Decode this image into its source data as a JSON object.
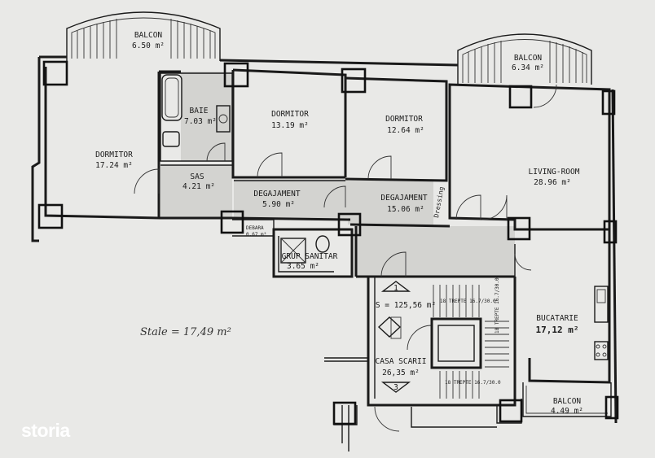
{
  "rooms": {
    "balcon_left": {
      "label": "BALCON",
      "area": "6.50 m²"
    },
    "balcon_right": {
      "label": "BALCON",
      "area": "6.34 m²"
    },
    "dormitor1": {
      "label": "DORMITOR",
      "area": "17.24 m²"
    },
    "baie": {
      "label": "BAIE",
      "area": "7.03 m²"
    },
    "dormitor2": {
      "label": "DORMITOR",
      "area": "13.19 m²"
    },
    "dormitor3": {
      "label": "DORMITOR",
      "area": "12.64 m²"
    },
    "living": {
      "label": "LIVING-ROOM",
      "area": "28.96 m²"
    },
    "sas": {
      "label": "SAS",
      "area": "4.21 m²"
    },
    "degajament1": {
      "label": "DEGAJAMENT",
      "area": "5.90 m²"
    },
    "degajament2": {
      "label": "DEGAJAMENT",
      "area": "15.06 m²"
    },
    "debara": {
      "label": "DEBARA",
      "area": "0.67 m²"
    },
    "grup_sanitar": {
      "label": "GRUP SANITAR",
      "area": "3.65 m²"
    },
    "bucatarie": {
      "label": "BUCATARIE",
      "area": "17,12 m²"
    },
    "casa_scarii": {
      "label": "CASA SCARII",
      "area": "26,35 m²"
    },
    "balcon_bottom": {
      "label": "BALCON",
      "area": "4.49 m²"
    }
  },
  "annotations": {
    "handwritten_total": "Stale = 17,49 m²",
    "stair_area": "S = 125,56 m²",
    "dressing": "Dressing",
    "stair_top_label": "1",
    "stair_bottom_label": "3",
    "trepte1": "18 TREPTE 16.7/30.0",
    "trepte2": "18 TREPTE 16.7/30.0",
    "trepte3": "18 TREPTE 16.7/30.0"
  },
  "logo": {
    "text": "storia"
  }
}
